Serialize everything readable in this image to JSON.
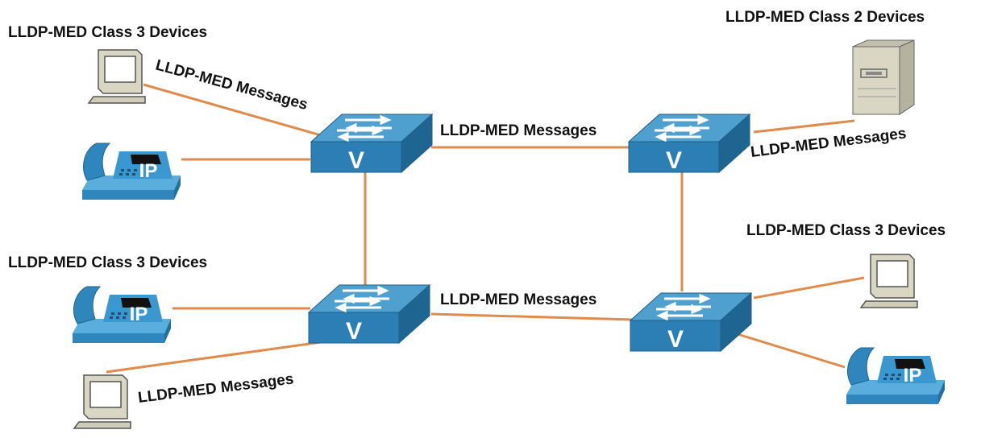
{
  "colors": {
    "link": "#e08a4c",
    "switch_top": "#4f9fcf",
    "switch_front": "#2b7fb5",
    "switch_side": "#1e6592",
    "phone": "#3b97cf",
    "pc_beige": "#d9d6c3"
  },
  "groups": {
    "top_left": "LLDP-MED Class 3 Devices",
    "top_right": "LLDP-MED Class 2 Devices",
    "mid_right": "LLDP-MED Class 3 Devices",
    "bottom_left": "LLDP-MED Class 3 Devices"
  },
  "messages": {
    "pc_to_sw1": "LLDP-MED Messages",
    "sw1_to_sw2": "LLDP-MED Messages",
    "server_to_sw2": "LLDP-MED Messages",
    "sw3_to_sw4": "LLDP-MED Messages",
    "pc_to_sw3": "LLDP-MED Messages"
  },
  "switch_mark": "V",
  "phone_mark": "IP"
}
